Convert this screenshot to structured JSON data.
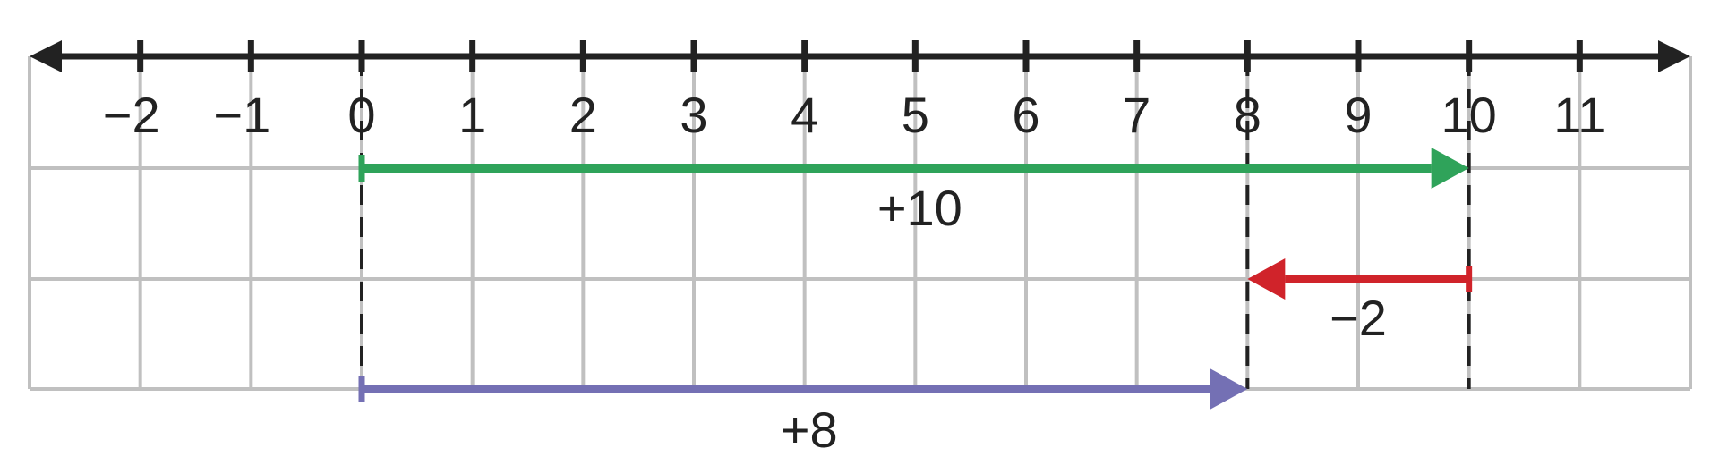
{
  "number_line": {
    "min": -3,
    "max": 12,
    "ticks": [
      {
        "value": -2,
        "label": "−2"
      },
      {
        "value": -1,
        "label": "−1"
      },
      {
        "value": 0,
        "label": "0"
      },
      {
        "value": 1,
        "label": "1"
      },
      {
        "value": 2,
        "label": "2"
      },
      {
        "value": 3,
        "label": "3"
      },
      {
        "value": 4,
        "label": "4"
      },
      {
        "value": 5,
        "label": "5"
      },
      {
        "value": 6,
        "label": "6"
      },
      {
        "value": 7,
        "label": "7"
      },
      {
        "value": 8,
        "label": "8"
      },
      {
        "value": 9,
        "label": "9"
      },
      {
        "value": 10,
        "label": "10"
      },
      {
        "value": 11,
        "label": "11"
      }
    ]
  },
  "arrows": [
    {
      "from": 0,
      "to": 10,
      "label": "+10",
      "color": "#2fa35a"
    },
    {
      "from": 10,
      "to": 8,
      "label": "−2",
      "color": "#d0232a"
    },
    {
      "from": 0,
      "to": 8,
      "label": "+8",
      "color": "#7470b4"
    }
  ],
  "dashed_guides": [
    0,
    8,
    10
  ],
  "colors": {
    "axis": "#222222",
    "grid": "#c0c0c0",
    "guide": "#222222"
  }
}
